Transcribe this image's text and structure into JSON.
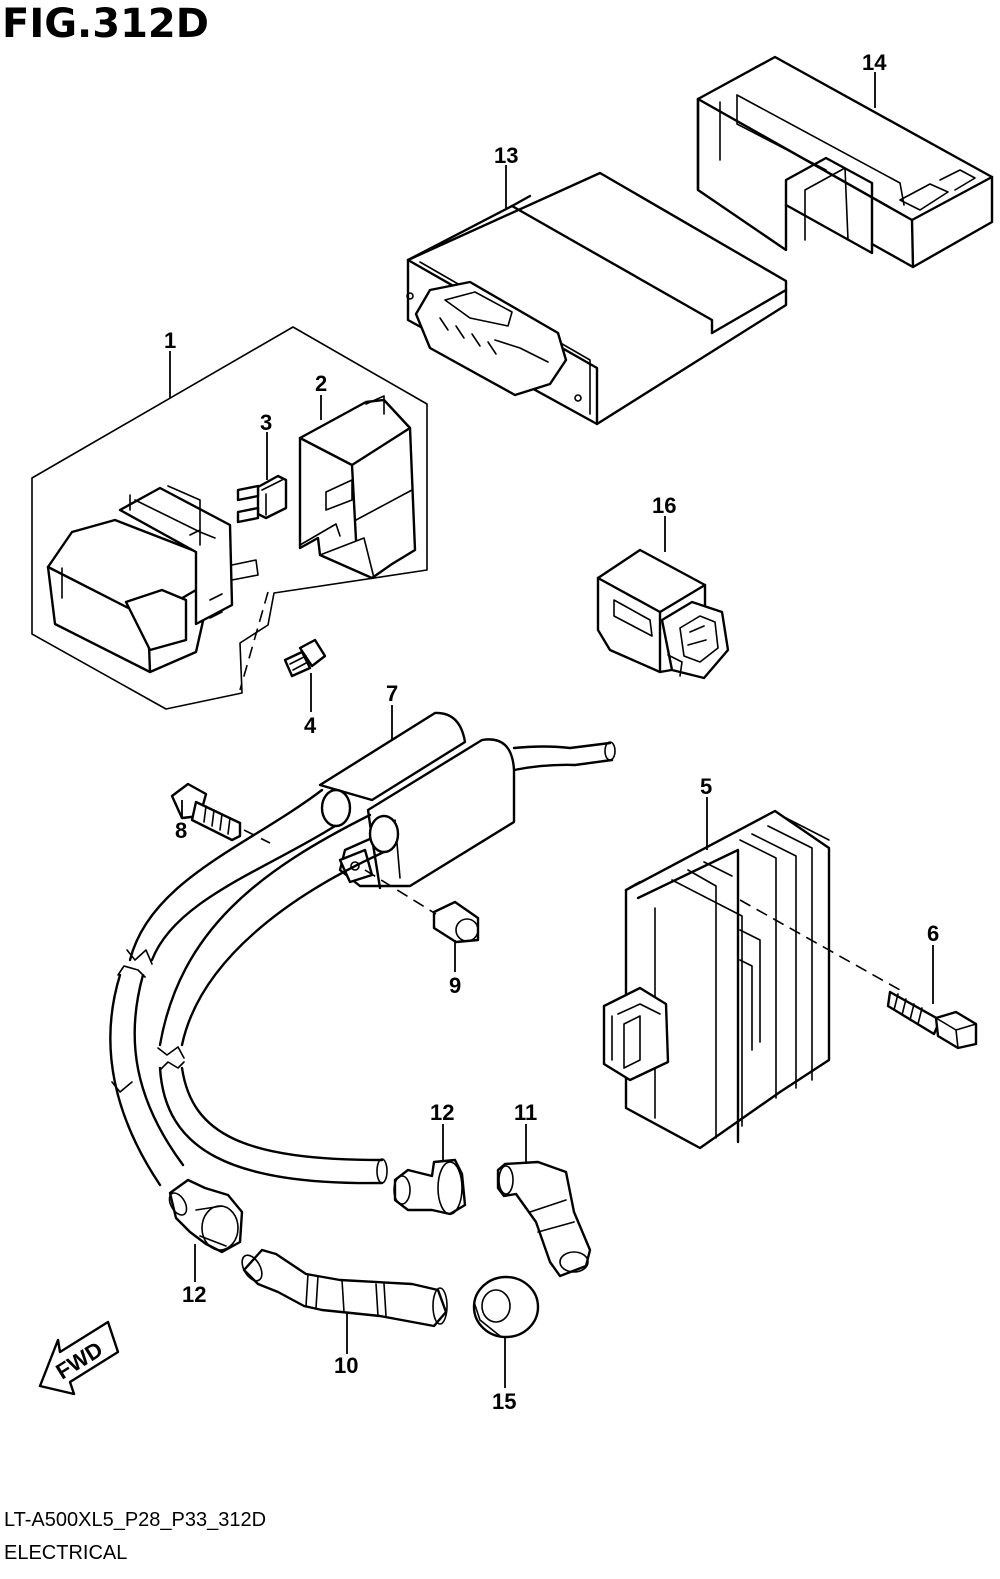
{
  "figure_title": "FIG.312D",
  "model_code": "LT-A500XL5_P28_P33_312D",
  "section_name": "ELECTRICAL",
  "fwd_label": "FWD",
  "callouts": [
    "1",
    "2",
    "3",
    "4",
    "5",
    "6",
    "7",
    "8",
    "9",
    "10",
    "11",
    "12",
    "12",
    "13",
    "14",
    "15",
    "16"
  ]
}
